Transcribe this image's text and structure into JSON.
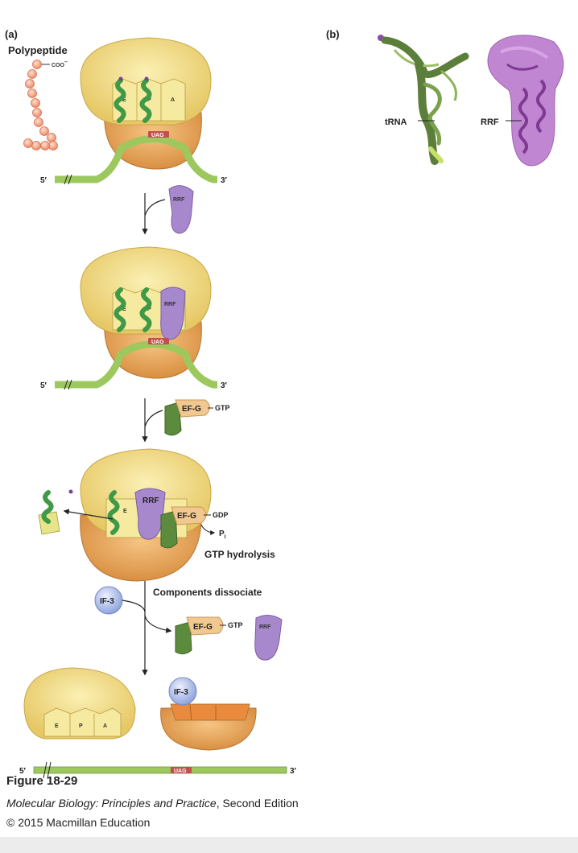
{
  "panel_a": {
    "tag": "(a)",
    "polypeptide": "Polypeptide",
    "coo": "COO",
    "coo_sup": "–",
    "five": "5′",
    "three": "3′",
    "codon": "UAG",
    "site_e": "E",
    "site_p": "P",
    "site_a": "A",
    "rrf": "RRF",
    "efg": "EF-G",
    "gtp": "GTP",
    "gdp": "GDP",
    "pi": "P",
    "pi_sub": "i",
    "gtp_hydrolysis": "GTP hydrolysis",
    "components_dissociate": "Components dissociate",
    "if3": "IF-3"
  },
  "panel_b": {
    "tag": "(b)",
    "trna": "tRNA",
    "rrf": "RRF"
  },
  "caption": {
    "figure": "Figure 18-29",
    "book_title": "Molecular Biology: Principles and Practice",
    "edition": ", Second Edition",
    "copyright": "© 2015 Macmillan Education"
  },
  "colors": {
    "large_subunit": "#f4e08a",
    "small_subunit": "#eca85a",
    "mrna": "#9cc85e",
    "trna": "#3f9a47",
    "rrf": "#a888cc",
    "efg_dark": "#5d8b3d",
    "efg_light": "#f0c890",
    "if3": "#a8b8e8",
    "polypeptide": "#f4a585",
    "codon_box": "#c0504d"
  }
}
